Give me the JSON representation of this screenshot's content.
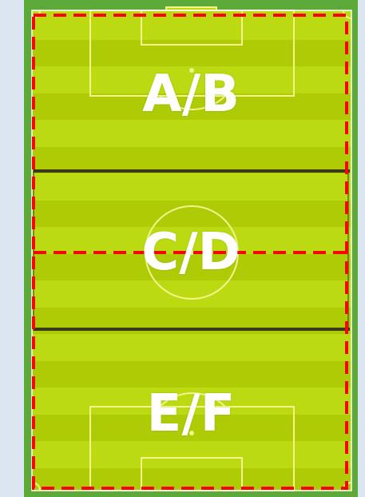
{
  "zones": {
    "top": "A/B",
    "middle": "C/D",
    "bottom": "E/F"
  },
  "colors": {
    "background": "#dce6f2",
    "pitch_border": "#5da93a",
    "grass_light": "#bcda12",
    "grass_dark": "#aecb05",
    "field_lines": "#f3f48a",
    "boundary_line": "#ffffff",
    "zone_divider": "#3a3a1a",
    "dashed_outline": "#ff0000",
    "label_text": "#ffffff"
  }
}
